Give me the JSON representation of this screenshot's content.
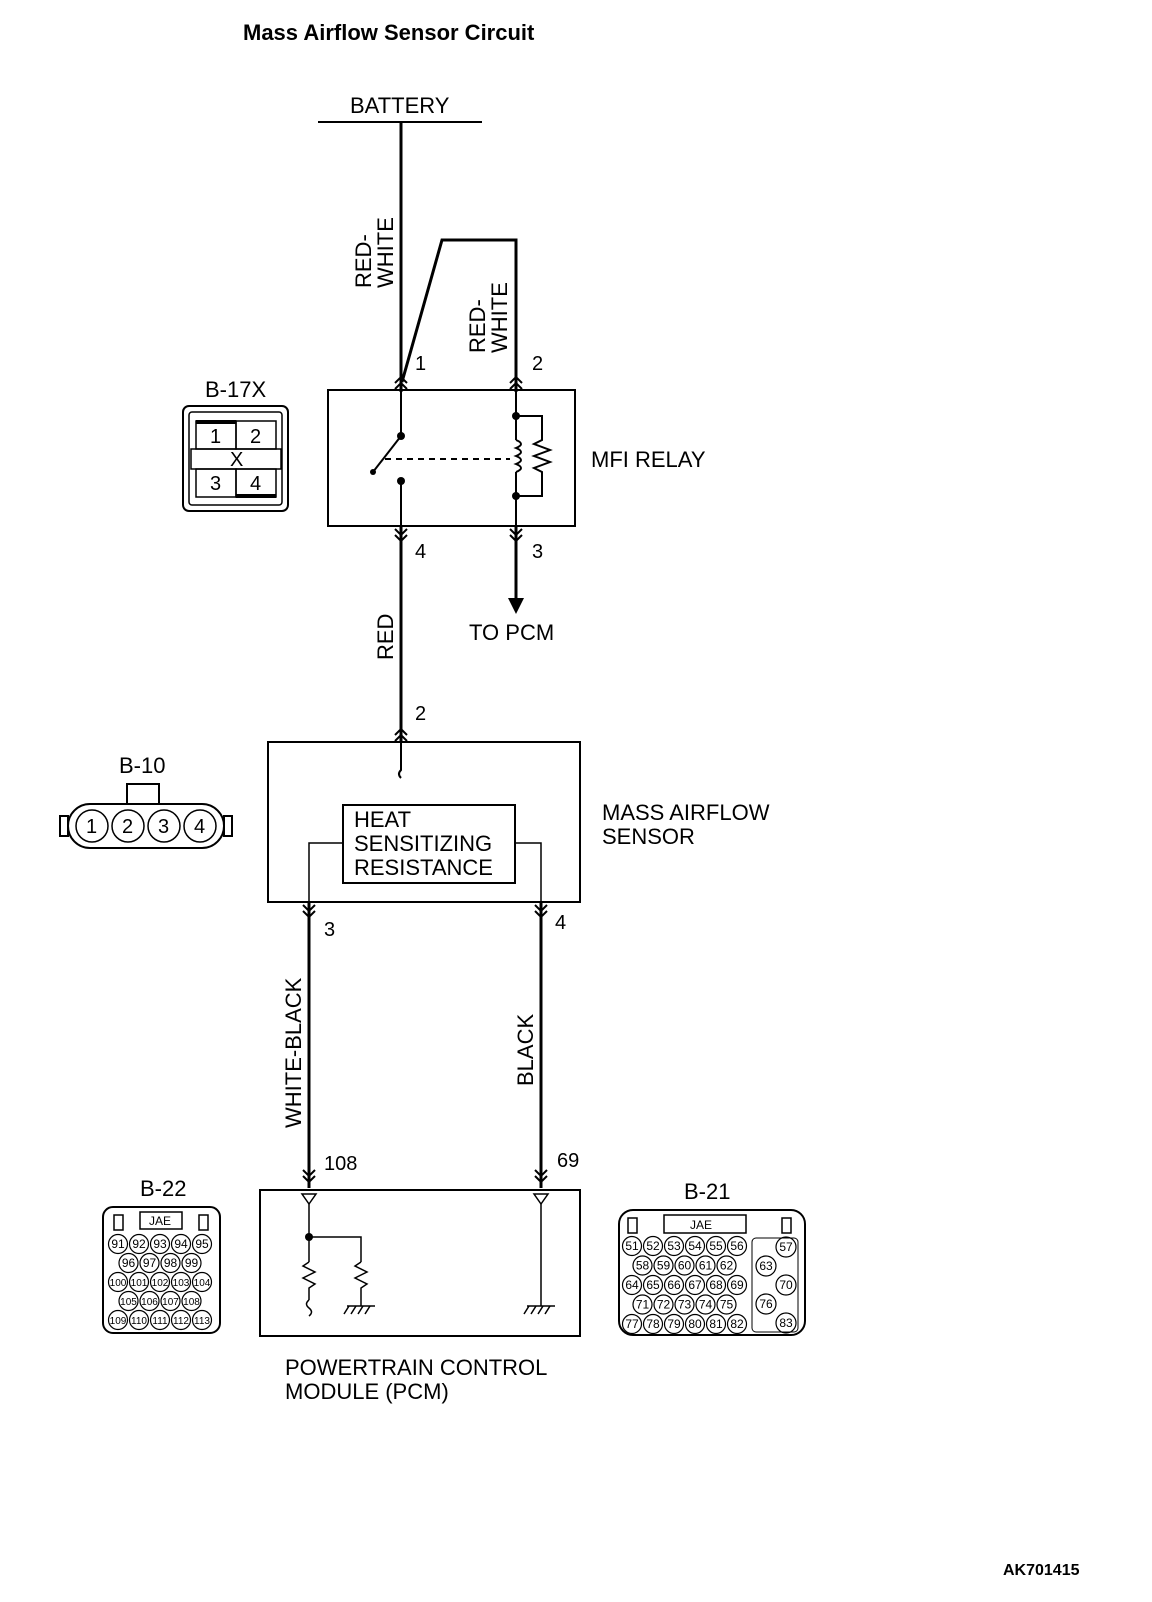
{
  "title": "Mass Airflow Sensor Circuit",
  "battery_label": "BATTERY",
  "wires": {
    "red_white_left": [
      "RED-",
      "WHITE"
    ],
    "red_white_right": [
      "RED-",
      "WHITE"
    ],
    "red": "RED",
    "white_black": "WHITE-BLACK",
    "black": "BLACK"
  },
  "relay": {
    "label": "MFI RELAY",
    "pins": {
      "p1": "1",
      "p2": "2",
      "p3": "3",
      "p4": "4"
    },
    "to_pcm": "TO PCM"
  },
  "maf": {
    "label": [
      "MASS AIRFLOW",
      "SENSOR"
    ],
    "element": [
      "HEAT",
      "SENSITIZING",
      "RESISTANCE"
    ],
    "pins": {
      "p2": "2",
      "p3": "3",
      "p4": "4"
    }
  },
  "pcm": {
    "label": [
      "POWERTRAIN CONTROL",
      "MODULE (PCM)"
    ],
    "pins": {
      "p108": "108",
      "p69": "69"
    }
  },
  "connectors": {
    "b17x": {
      "name": "B-17X",
      "cells": [
        "1",
        "2",
        "X",
        "3",
        "4"
      ]
    },
    "b10": {
      "name": "B-10",
      "pins": [
        "1",
        "2",
        "3",
        "4"
      ]
    },
    "b22": {
      "name": "B-22",
      "maker": "JAE",
      "rows": [
        [
          "91",
          "92",
          "93",
          "94",
          "95"
        ],
        [
          "96",
          "97",
          "98",
          "99"
        ],
        [
          "100",
          "101",
          "102",
          "103",
          "104"
        ],
        [
          "105",
          "106",
          "107",
          "108"
        ],
        [
          "109",
          "110",
          "111",
          "112",
          "113"
        ]
      ]
    },
    "b21": {
      "name": "B-21",
      "maker": "JAE",
      "rows": [
        [
          "51",
          "52",
          "53",
          "54",
          "55",
          "56"
        ],
        [
          "58",
          "59",
          "60",
          "61",
          "62"
        ],
        [
          "64",
          "65",
          "66",
          "67",
          "68",
          "69"
        ],
        [
          "71",
          "72",
          "73",
          "74",
          "75"
        ],
        [
          "77",
          "78",
          "79",
          "80",
          "81",
          "82"
        ]
      ],
      "side": [
        "57",
        "63",
        "70",
        "76",
        "83"
      ]
    }
  },
  "code": "AK701415"
}
